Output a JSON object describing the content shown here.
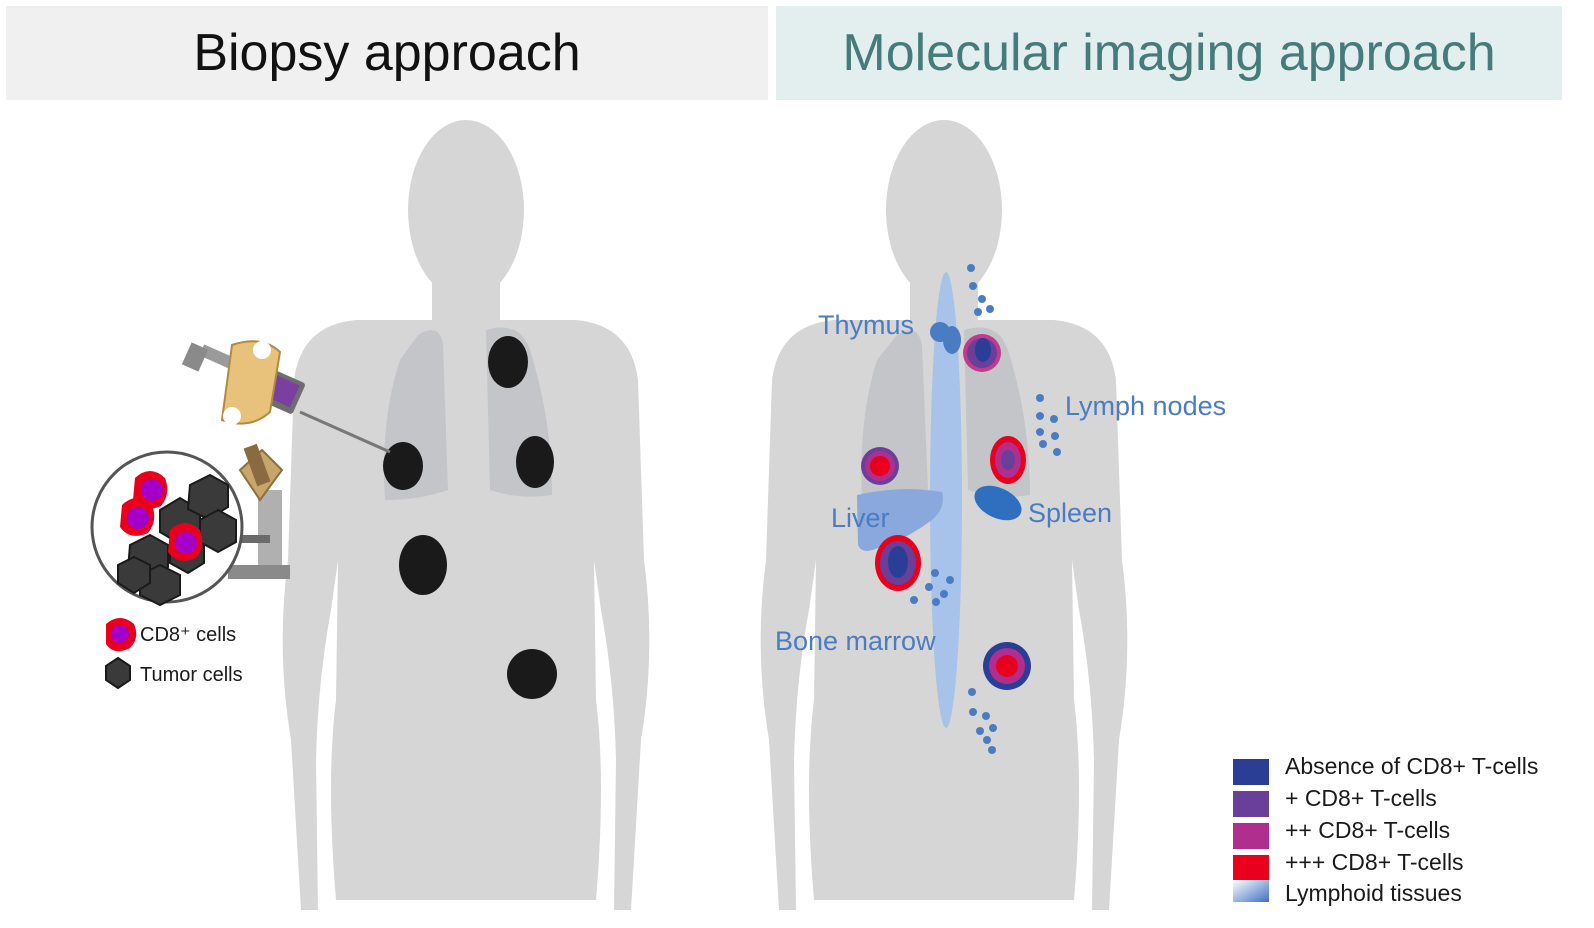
{
  "headers": {
    "left": "Biopsy approach",
    "right": "Molecular imaging approach"
  },
  "biopsy_legend": {
    "cd8": "CD8⁺ cells",
    "tumor": "Tumor cells"
  },
  "organ_labels": {
    "thymus": "Thymus",
    "lymph_nodes": "Lymph nodes",
    "liver": "Liver",
    "spleen": "Spleen",
    "bone_marrow": "Bone marrow"
  },
  "legend": [
    {
      "label": "Absence of CD8+ T-cells",
      "color": "#2a3e96"
    },
    {
      "label": "+ CD8+ T-cells",
      "color": "#6a3f9a"
    },
    {
      "label": "++ CD8+ T-cells",
      "color": "#b02e8e"
    },
    {
      "label": "+++ CD8+ T-cells",
      "color": "#e8001c"
    },
    {
      "label": "Lymphoid tissues",
      "color": "#5a86d0"
    }
  ],
  "colors": {
    "body": "#d6d6d6",
    "lungs": "#c3c5c8",
    "tumor": "#1a1a1a",
    "blue_tissue": "#4a7cc4"
  }
}
